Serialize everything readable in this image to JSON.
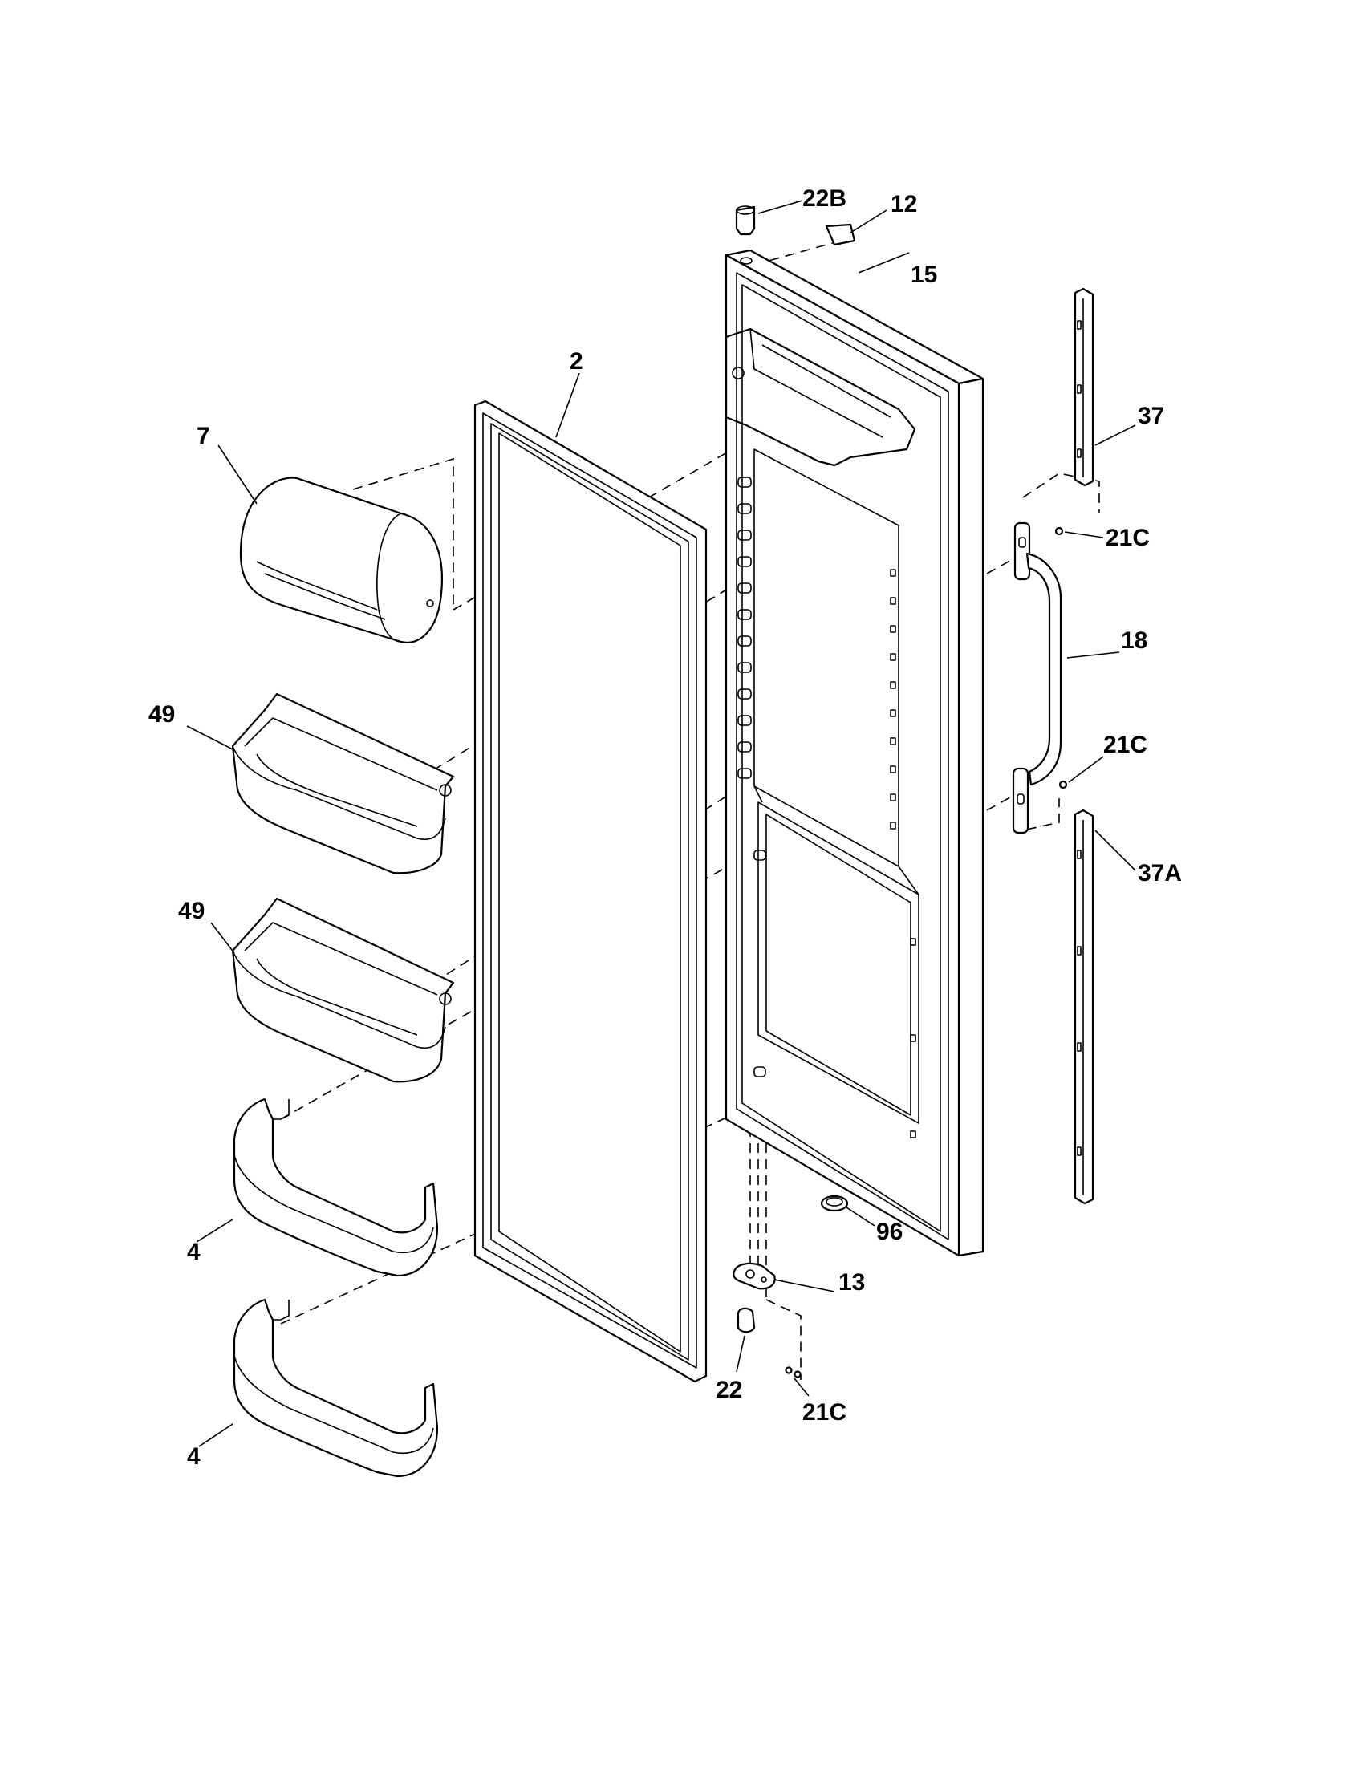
{
  "diagram": {
    "labels": {
      "l22B": "22B",
      "l12": "12",
      "l15": "15",
      "l2": "2",
      "l7": "7",
      "l37": "37",
      "l21C_top": "21C",
      "l18": "18",
      "l49_top": "49",
      "l21C_mid": "21C",
      "l37A": "37A",
      "l49_bottom": "49",
      "l4_top": "4",
      "l96": "96",
      "l13": "13",
      "l22": "22",
      "l21C_bottom": "21C",
      "l4_bottom": "4"
    }
  }
}
